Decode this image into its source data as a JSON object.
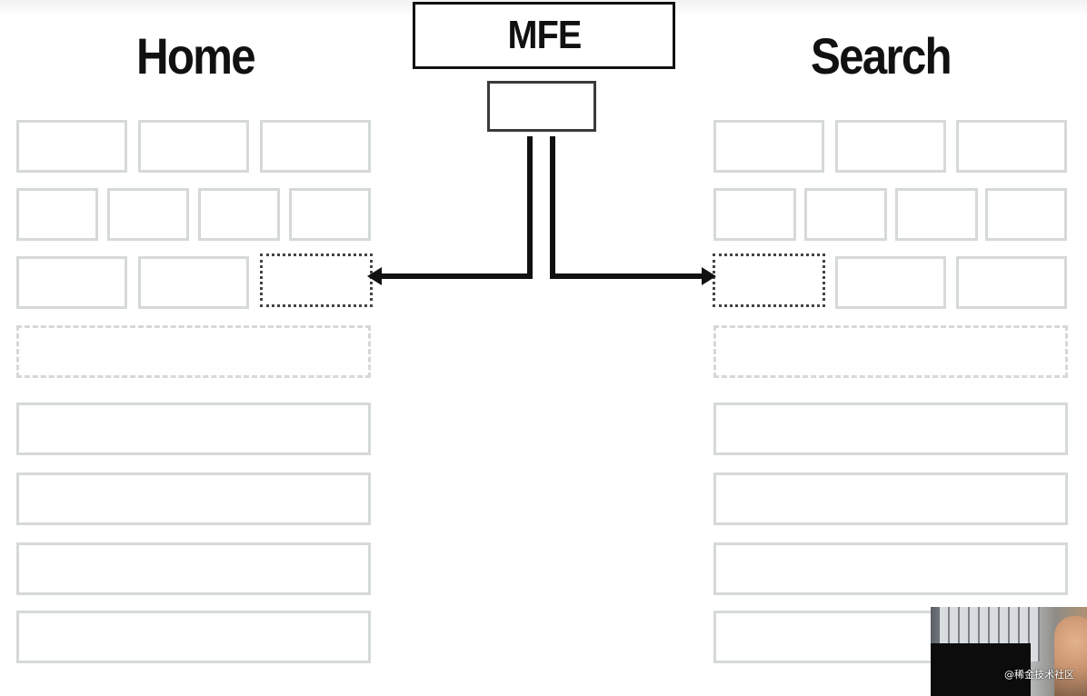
{
  "mfe": {
    "label": "MFE"
  },
  "columns": {
    "home": {
      "title": "Home"
    },
    "search": {
      "title": "Search"
    }
  },
  "watermark": "@稀金技术社区",
  "colors": {
    "block_border": "#d6d9d9",
    "insertion_slot_border": "#444444",
    "arrow": "#111111",
    "title": "#111111"
  }
}
